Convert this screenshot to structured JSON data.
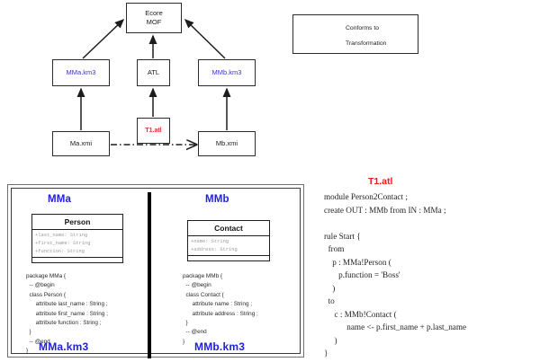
{
  "diagram": {
    "nodes": [
      {
        "id": "ecore",
        "label": "Ecore\nMOF",
        "line1": "Ecore",
        "line2": "MOF",
        "color": "black"
      },
      {
        "id": "mma_km3",
        "label": "MMa.km3",
        "color": "blue"
      },
      {
        "id": "atl",
        "label": "ATL",
        "color": "black"
      },
      {
        "id": "mmb_km3",
        "label": "MMb.km3",
        "color": "blue"
      },
      {
        "id": "t1_atl",
        "label": "T1.atl",
        "color": "red"
      },
      {
        "id": "ma_xmi",
        "label": "Ma.xmi",
        "color": "black"
      },
      {
        "id": "mb_xmi",
        "label": "Mb.xmi",
        "color": "black"
      }
    ]
  },
  "legend": {
    "items": [
      {
        "key": "conforms",
        "label": "Conforms to",
        "style": "solid-arrow"
      },
      {
        "key": "transformation",
        "label": "Transformation",
        "style": "dashdot-arrow"
      }
    ]
  },
  "metamodels": {
    "left": {
      "title": "MMa",
      "footer": "MMa.km3",
      "uml": {
        "class_name": "Person",
        "attributes": [
          "+last_name: String",
          "+first_name: String",
          "+function: String"
        ]
      },
      "code": "package MMa {\n  -- @begin\n  class Person {\n      attribute last_name : String ;\n      attribute first_name : String ;\n      attribute function : String ;\n  }\n  -- @end\n}"
    },
    "right": {
      "title": "MMb",
      "footer": "MMb.km3",
      "uml": {
        "class_name": "Contact",
        "attributes": [
          "+name: String",
          "+address: String"
        ]
      },
      "code": "package MMb {\n  -- @begin\n  class Contact {\n      attribute name : String ;\n      attribute address : String ;\n  }\n  -- @end\n}"
    }
  },
  "transformation": {
    "title": "T1.atl",
    "code": "module Person2Contact ;\ncreate OUT : MMb from IN : MMa ;\n\nrule Start {\n  from\n    p : MMa!Person (\n       p.function = 'Boss'\n    )\n  to\n     c : MMb!Contact (\n           name <- p.first_name + p.last_name\n     )\n}"
  },
  "colors": {
    "blue": "#1f1fe0",
    "red": "#ee1c1c",
    "ink": "#1a1a1a",
    "attr_gray": "#9a9a9a"
  }
}
